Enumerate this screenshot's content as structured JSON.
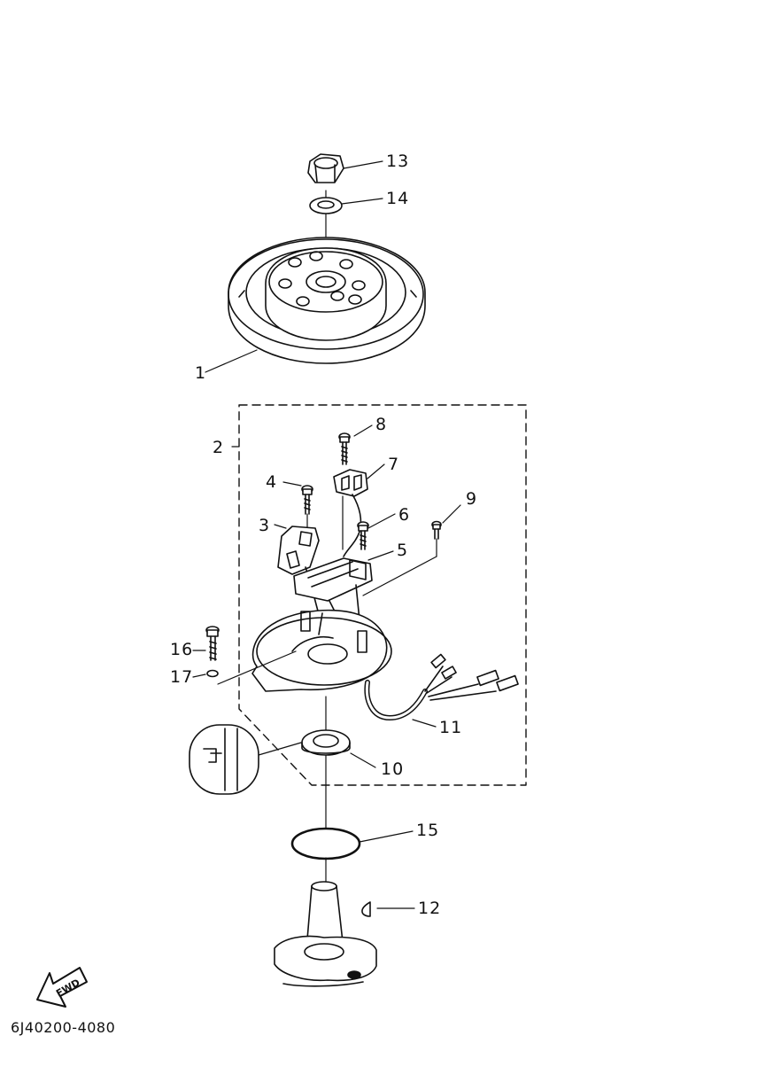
{
  "callouts": {
    "c1": "1",
    "c2": "2",
    "c3": "3",
    "c4": "4",
    "c5": "5",
    "c6": "6",
    "c7": "7",
    "c8": "8",
    "c9": "9",
    "c10": "10",
    "c11": "11",
    "c12": "12",
    "c13": "13",
    "c14": "14",
    "c15": "15",
    "c16": "16",
    "c17": "17"
  },
  "fwd_label": "FWD",
  "part_number": "6J40200-4080"
}
